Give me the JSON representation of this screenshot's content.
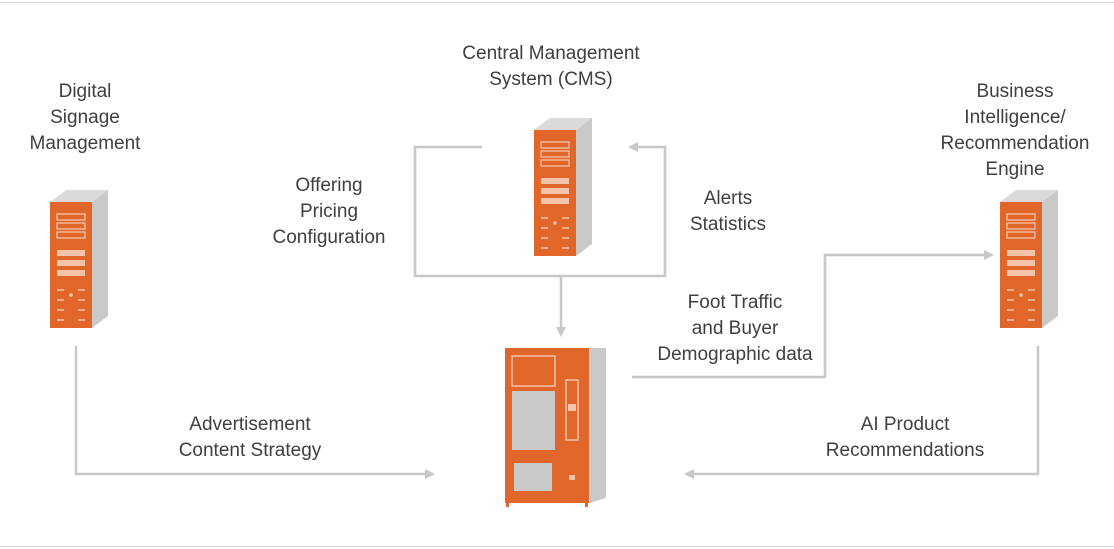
{
  "nodes": {
    "digital_signage": {
      "lines": [
        "Digital",
        "Signage",
        "Management"
      ]
    },
    "cms": {
      "lines": [
        "Central Management",
        "System (CMS)"
      ]
    },
    "business_intelligence": {
      "lines": [
        "Business",
        "Intelligence/",
        "Recommendation",
        "Engine"
      ]
    }
  },
  "edges": {
    "cms_to_machine": {
      "lines": [
        "Offering",
        "Pricing",
        "Configuration"
      ]
    },
    "machine_to_cms": {
      "lines": [
        "Alerts",
        "Statistics"
      ]
    },
    "signage_to_machine": {
      "lines": [
        "Advertisement",
        "Content Strategy"
      ]
    },
    "machine_to_bi": {
      "lines": [
        "Foot Traffic",
        "and Buyer",
        "Demographic data"
      ]
    },
    "bi_to_machine": {
      "lines": [
        "AI Product",
        "Recommendations"
      ]
    }
  },
  "icons": {
    "server": "server-icon",
    "vending_machine": "vending-machine-icon"
  },
  "colors": {
    "accent": "#e0662a",
    "server_side": "#c9c9c9",
    "connector": "#c8c8c8",
    "text": "#3f3f3f"
  }
}
